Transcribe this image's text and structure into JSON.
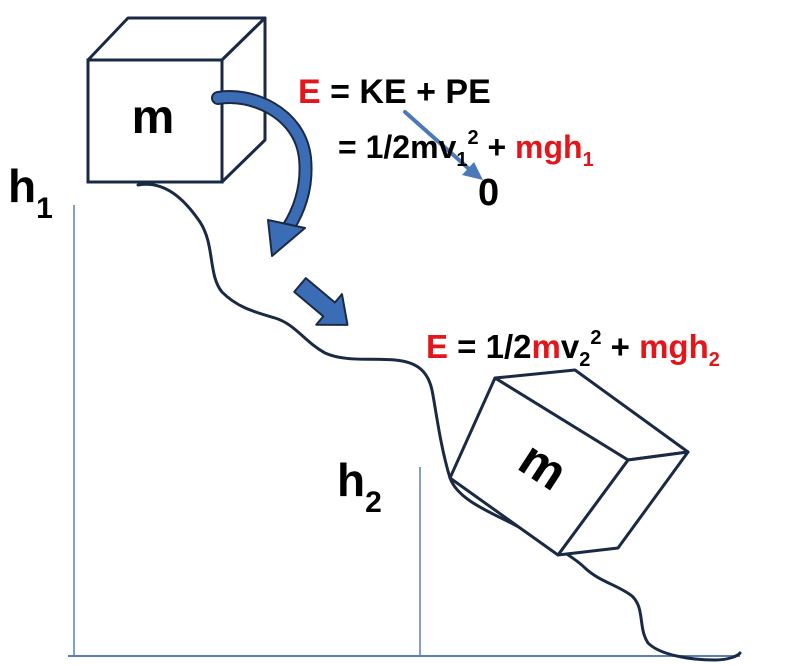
{
  "colors": {
    "highlight": "#e3161b",
    "text": "#000000",
    "box_outline": "#1b2a44",
    "arrow": "#3a6db5",
    "axis": "#5b7fb8"
  },
  "icons": {
    "top_block": "cube-icon",
    "bottom_block": "cube-icon",
    "curved_arrow": "curved-arrow-icon",
    "straight_arrow": "block-arrow-icon"
  },
  "labels": {
    "h1_base": "h",
    "h1_sub": "1",
    "h2_base": "h",
    "h2_sub": "2",
    "mass_top": "m",
    "mass_bottom": "m",
    "zero": "0"
  },
  "equation_top": {
    "line1_E": "E",
    "line1_rest": " = KE + PE",
    "line2_prefix": "= 1/2mv",
    "line2_sub": "1",
    "line2_sup": "2",
    "line2_plus": " + ",
    "line2_mgh": "mgh",
    "line2_mgh_sub": "1"
  },
  "equation_bottom": {
    "E": "E",
    "mid": " = 1/2",
    "m": "m",
    "v": "v",
    "v_sub": "2",
    "v_sup": "2",
    "plus": " + ",
    "mgh": "mgh",
    "mgh_sub": "2"
  }
}
